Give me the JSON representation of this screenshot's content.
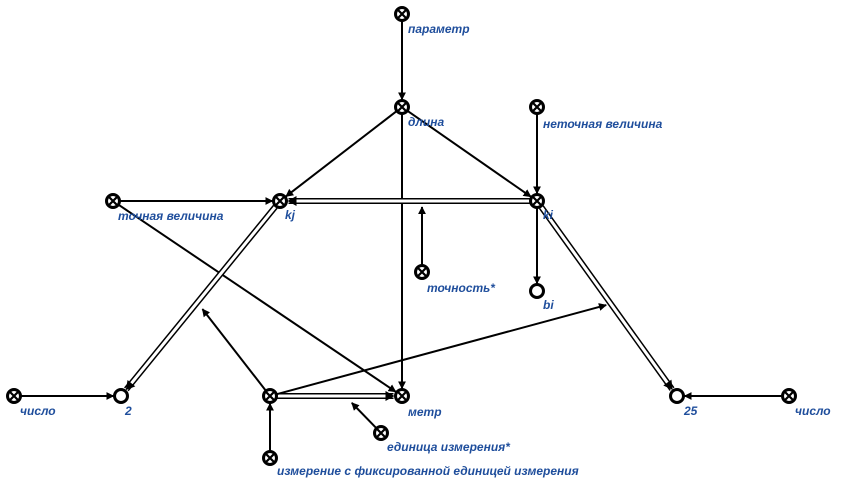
{
  "colors": {
    "label": "#1f4e9c",
    "line": "#000000",
    "node_fill": "#ffffff"
  },
  "diagram": {
    "nodes": {
      "parametr": {
        "type": "class",
        "label": "параметр"
      },
      "dlina": {
        "type": "class",
        "label": "длина"
      },
      "netochnaya": {
        "type": "class",
        "label": "неточная величина"
      },
      "tochnaya": {
        "type": "class",
        "label": "точная величина"
      },
      "kj": {
        "type": "class",
        "label": "kj"
      },
      "ki": {
        "type": "class",
        "label": "ki"
      },
      "tochnost": {
        "type": "class",
        "label": "точность*"
      },
      "bi": {
        "type": "constant",
        "label": "bi"
      },
      "chislo_left": {
        "type": "class",
        "label": "число"
      },
      "two": {
        "type": "constant",
        "label": "2"
      },
      "izm_node": {
        "type": "class",
        "label": ""
      },
      "metr": {
        "type": "class",
        "label": "метр"
      },
      "edinitsa": {
        "type": "class",
        "label": "единица измерения*"
      },
      "izm_fiks": {
        "type": "class",
        "label": "измерение с фиксированной единицей измерения"
      },
      "twentyfive": {
        "type": "constant",
        "label": "25"
      },
      "chislo_right": {
        "type": "class",
        "label": "число"
      }
    },
    "edges": [
      {
        "from": "parametr",
        "to": "dlina",
        "kind": "arrow"
      },
      {
        "from": "dlina",
        "to": "kj",
        "kind": "arrow"
      },
      {
        "from": "dlina",
        "to": "ki",
        "kind": "arrow"
      },
      {
        "from": "dlina",
        "to": "metr",
        "kind": "arrow"
      },
      {
        "from": "netochnaya",
        "to": "ki",
        "kind": "arrow"
      },
      {
        "from": "tochnaya",
        "to": "kj",
        "kind": "arrow"
      },
      {
        "from": "tochnaya",
        "to": "metr",
        "kind": "arrow"
      },
      {
        "from": "ki",
        "to": "kj",
        "kind": "pair"
      },
      {
        "from": "tochnost",
        "to": "pair:ki-kj",
        "kind": "arrow"
      },
      {
        "from": "ki",
        "to": "bi",
        "kind": "arrow"
      },
      {
        "from": "kj",
        "to": "two",
        "kind": "pair"
      },
      {
        "from": "ki",
        "to": "twentyfive",
        "kind": "pair"
      },
      {
        "from": "chislo_left",
        "to": "two",
        "kind": "arrow"
      },
      {
        "from": "chislo_right",
        "to": "twentyfive",
        "kind": "arrow"
      },
      {
        "from": "izm_node",
        "to": "metr",
        "kind": "pair"
      },
      {
        "from": "edinitsa",
        "to": "pair:izm-metr",
        "kind": "arrow"
      },
      {
        "from": "izm_node",
        "to": "pair:kj-two",
        "kind": "arrow"
      },
      {
        "from": "izm_node",
        "to": "pair:ki-25",
        "kind": "arrow"
      },
      {
        "from": "izm_fiks",
        "to": "izm_node",
        "kind": "arrow"
      }
    ]
  }
}
